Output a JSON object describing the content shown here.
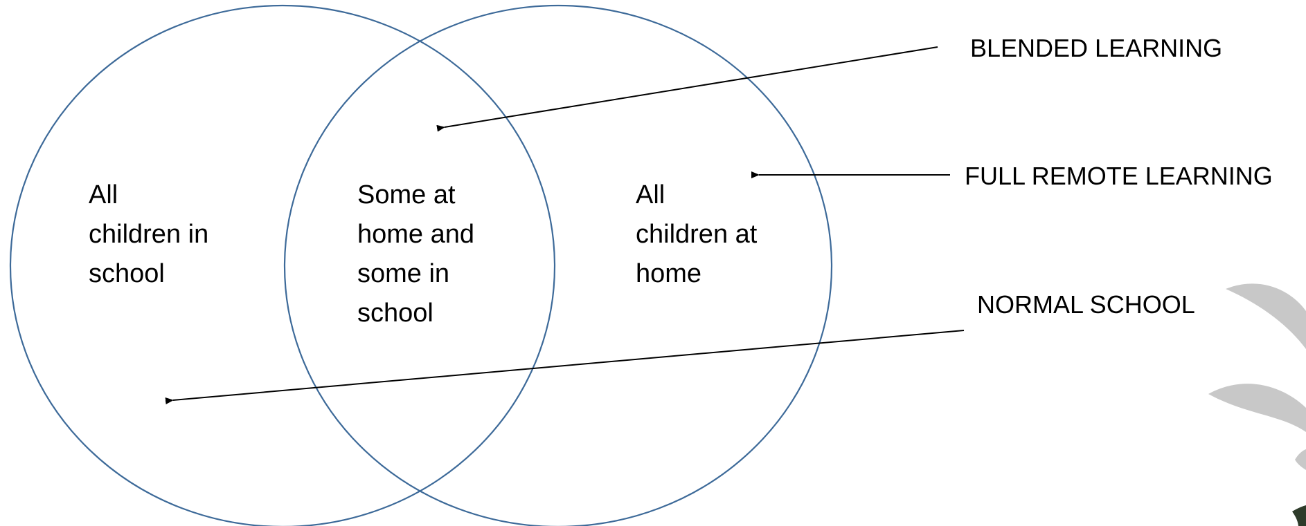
{
  "diagram": {
    "regions": {
      "left": "All\nchildren in\nschool",
      "overlap": "Some at\nhome and\nsome in\nschool",
      "right": "All\nchildren at\nhome"
    },
    "callouts": {
      "blended": "BLENDED LEARNING",
      "remote": "FULL REMOTE LEARNING",
      "normal": "NORMAL SCHOOL"
    }
  },
  "colors": {
    "circle_stroke": "#3d6a99",
    "arrow": "#000000",
    "leaf": "#c8c8c8",
    "leaf_dark": "#2e3b2a"
  }
}
